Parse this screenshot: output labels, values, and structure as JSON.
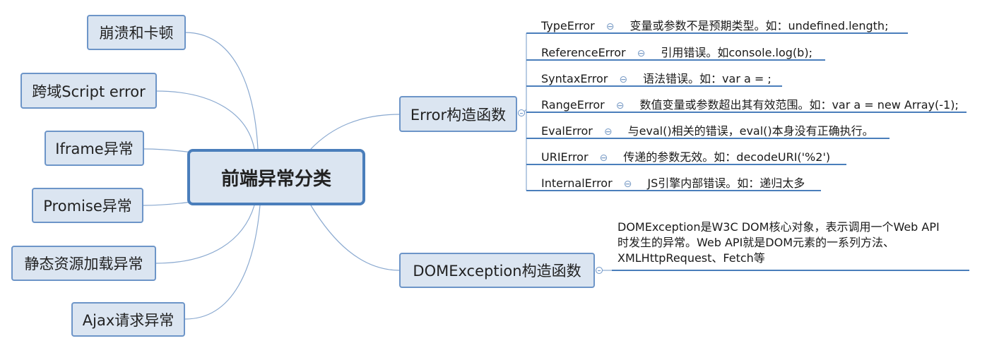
{
  "central": {
    "label": "前端异常分类"
  },
  "left_branches": [
    {
      "label": "崩溃和卡顿"
    },
    {
      "label": "跨域Script error"
    },
    {
      "label": "Iframe异常"
    },
    {
      "label": "Promise异常"
    },
    {
      "label": "静态资源加载异常"
    },
    {
      "label": "Ajax请求异常"
    }
  ],
  "right_branches": {
    "error_constructor": {
      "label": "Error构造函数",
      "children": [
        {
          "name": "TypeError",
          "desc": "变量或参数不是预期类型。如：undefined.length;"
        },
        {
          "name": "ReferenceError",
          "desc": "引用错误。如console.log(b);"
        },
        {
          "name": "SyntaxError",
          "desc": "语法错误。如：var a = ;"
        },
        {
          "name": "RangeError",
          "desc": "数值变量或参数超出其有效范围。如：var a = new Array(-1);"
        },
        {
          "name": "EvalError",
          "desc": "与eval()相关的错误，eval()本身没有正确执行。"
        },
        {
          "name": "URIError",
          "desc": "传递的参数无效。如：decodeURI('%2')"
        },
        {
          "name": "InternalError",
          "desc": "JS引擎内部错误。如：递归太多"
        }
      ]
    },
    "dom_exception": {
      "label": "DOMException构造函数",
      "description_lines": [
        "DOMException是W3C DOM核心对象，表示调用一个Web API",
        "时发生的异常。Web API就是DOM元素的一系列方法、",
        "XMLHttpRequest、Fetch等"
      ]
    }
  },
  "colors": {
    "node_fill": "#dbe5f1",
    "node_border": "#6d95c8",
    "line": "#8aa9d0",
    "underline": "#4a7ebb"
  }
}
